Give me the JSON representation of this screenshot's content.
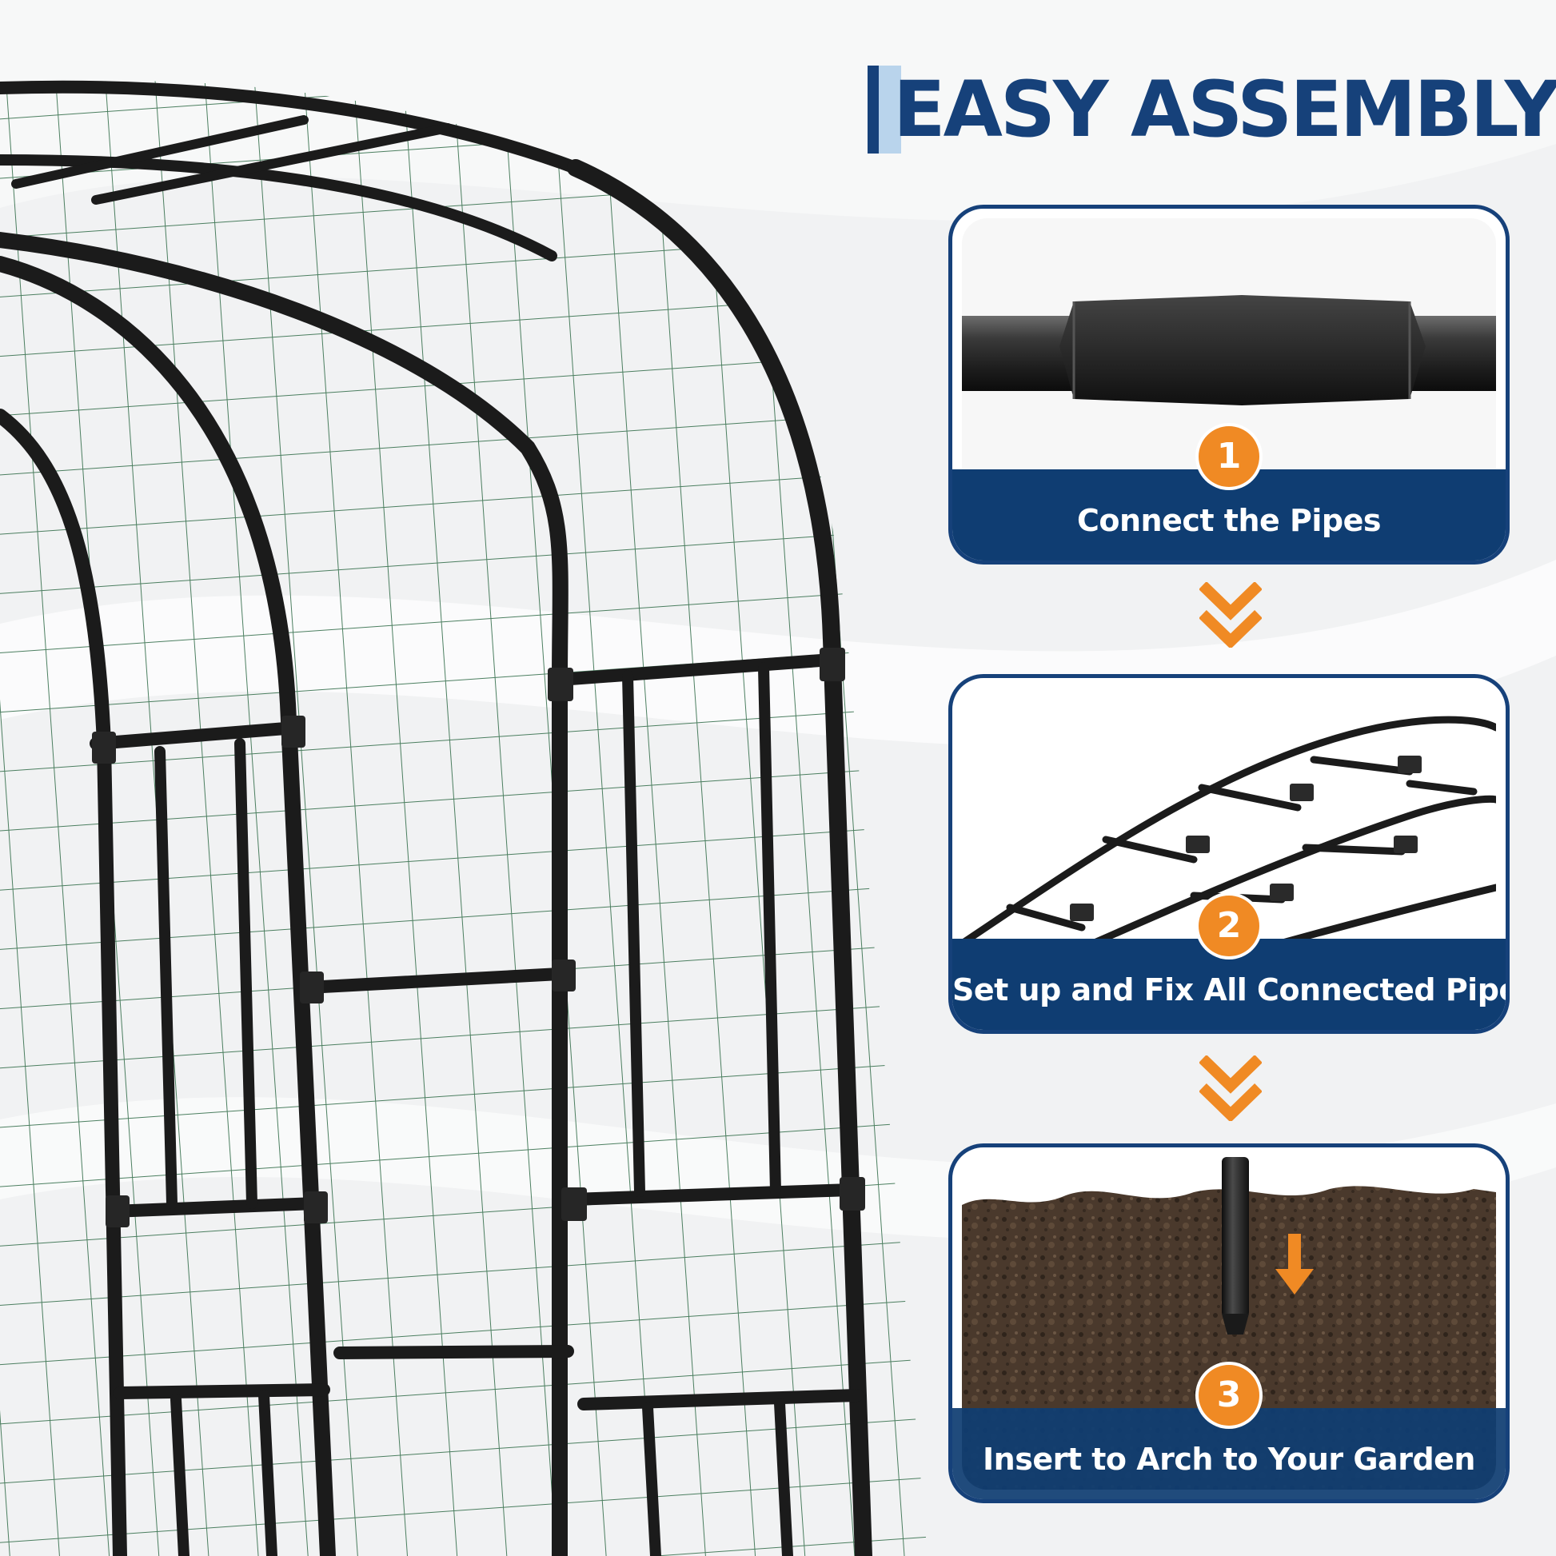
{
  "headline": "EASY ASSEMBLY",
  "colors": {
    "navy": "#16417a",
    "band": "#0f3d72",
    "accent_orange": "#f08a24",
    "net_green": "#2e6a45",
    "frame_black": "#1a1a1a"
  },
  "steps": [
    {
      "number": "1",
      "label": "Connect the Pipes",
      "photo": "pipe-connector"
    },
    {
      "number": "2",
      "label": "Set up and Fix All Connected Pipes",
      "photo": "arch-roof-frame"
    },
    {
      "number": "3",
      "label": "Insert to Arch to Your Garden",
      "photo": "stake-in-soil"
    }
  ],
  "icons": [
    "chevron-down-double-icon",
    "down-arrow-icon"
  ]
}
